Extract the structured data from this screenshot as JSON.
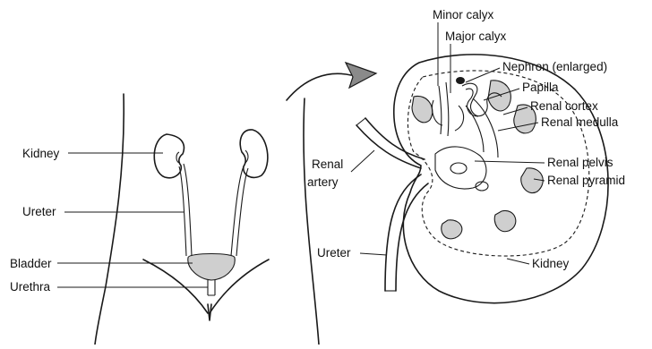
{
  "labels": {
    "kidney_left": "Kidney",
    "ureter_left": "Ureter",
    "bladder": "Bladder",
    "urethra": "Urethra",
    "minor_calyx": "Minor calyx",
    "major_calyx": "Major calyx",
    "nephron": "Nephron (enlarged)",
    "papilla": "Papilla",
    "renal_cortex": "Renal cortex",
    "renal_medulla": "Renal medulla",
    "renal_artery_1": "Renal",
    "renal_artery_2": "artery",
    "renal_pelvis": "Renal pelvis",
    "renal_pyramid": "Renal pyramid",
    "ureter_right": "Ureter",
    "kidney_right": "Kidney"
  }
}
